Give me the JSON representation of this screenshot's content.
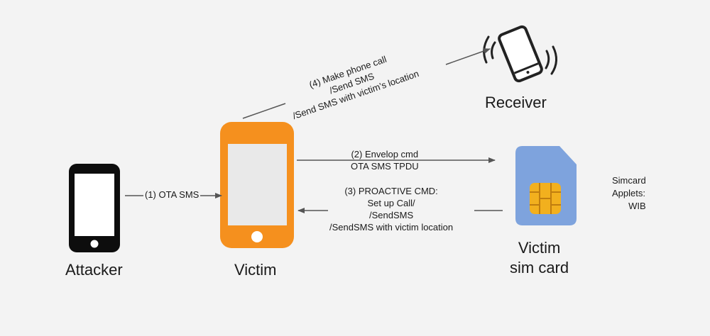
{
  "nodes": {
    "attacker": "Attacker",
    "victim": "Victim",
    "receiver": "Receiver",
    "sim_line1": "Victim",
    "sim_line2": "sim card"
  },
  "edges": {
    "ota_sms": "(1) OTA SMS",
    "envelop_line1": "(2) Envelop cmd",
    "envelop_line2": "OTA SMS TPDU",
    "proactive_line1": "(3) PROACTIVE CMD:",
    "proactive_line2": "Set up Call/",
    "proactive_line3": "/SendSMS",
    "proactive_line4": "/SendSMS with victim location",
    "phone_line1": "(4) Make phone call",
    "phone_line2": "/Send SMS",
    "phone_line3": "/Send SMS with victim’s location"
  },
  "simcard_applets": {
    "line1": "Simcard",
    "line2": "Applets:",
    "line3": "WIB"
  },
  "colors": {
    "victim_phone": "#f5901e",
    "sim_card": "#7ea3dd",
    "sim_chip": "#f2b01e"
  }
}
